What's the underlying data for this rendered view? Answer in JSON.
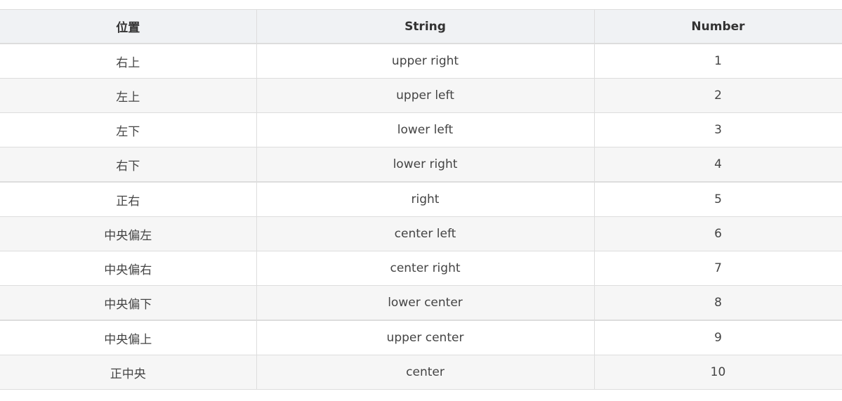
{
  "table": {
    "headers": [
      "位置",
      "String",
      "Number"
    ],
    "rows": [
      [
        "右上",
        "upper right",
        "1"
      ],
      [
        "左上",
        "upper left",
        "2"
      ],
      [
        "左下",
        "lower left",
        "3"
      ],
      [
        "右下",
        "lower right",
        "4"
      ],
      [
        "正右",
        "right",
        "5"
      ],
      [
        "中央偏左",
        "center left",
        "6"
      ],
      [
        "中央偏右",
        "center right",
        "7"
      ],
      [
        "中央偏下",
        "lower center",
        "8"
      ],
      [
        "中央偏上",
        "upper center",
        "9"
      ],
      [
        "正中央",
        "center",
        "10"
      ]
    ]
  }
}
